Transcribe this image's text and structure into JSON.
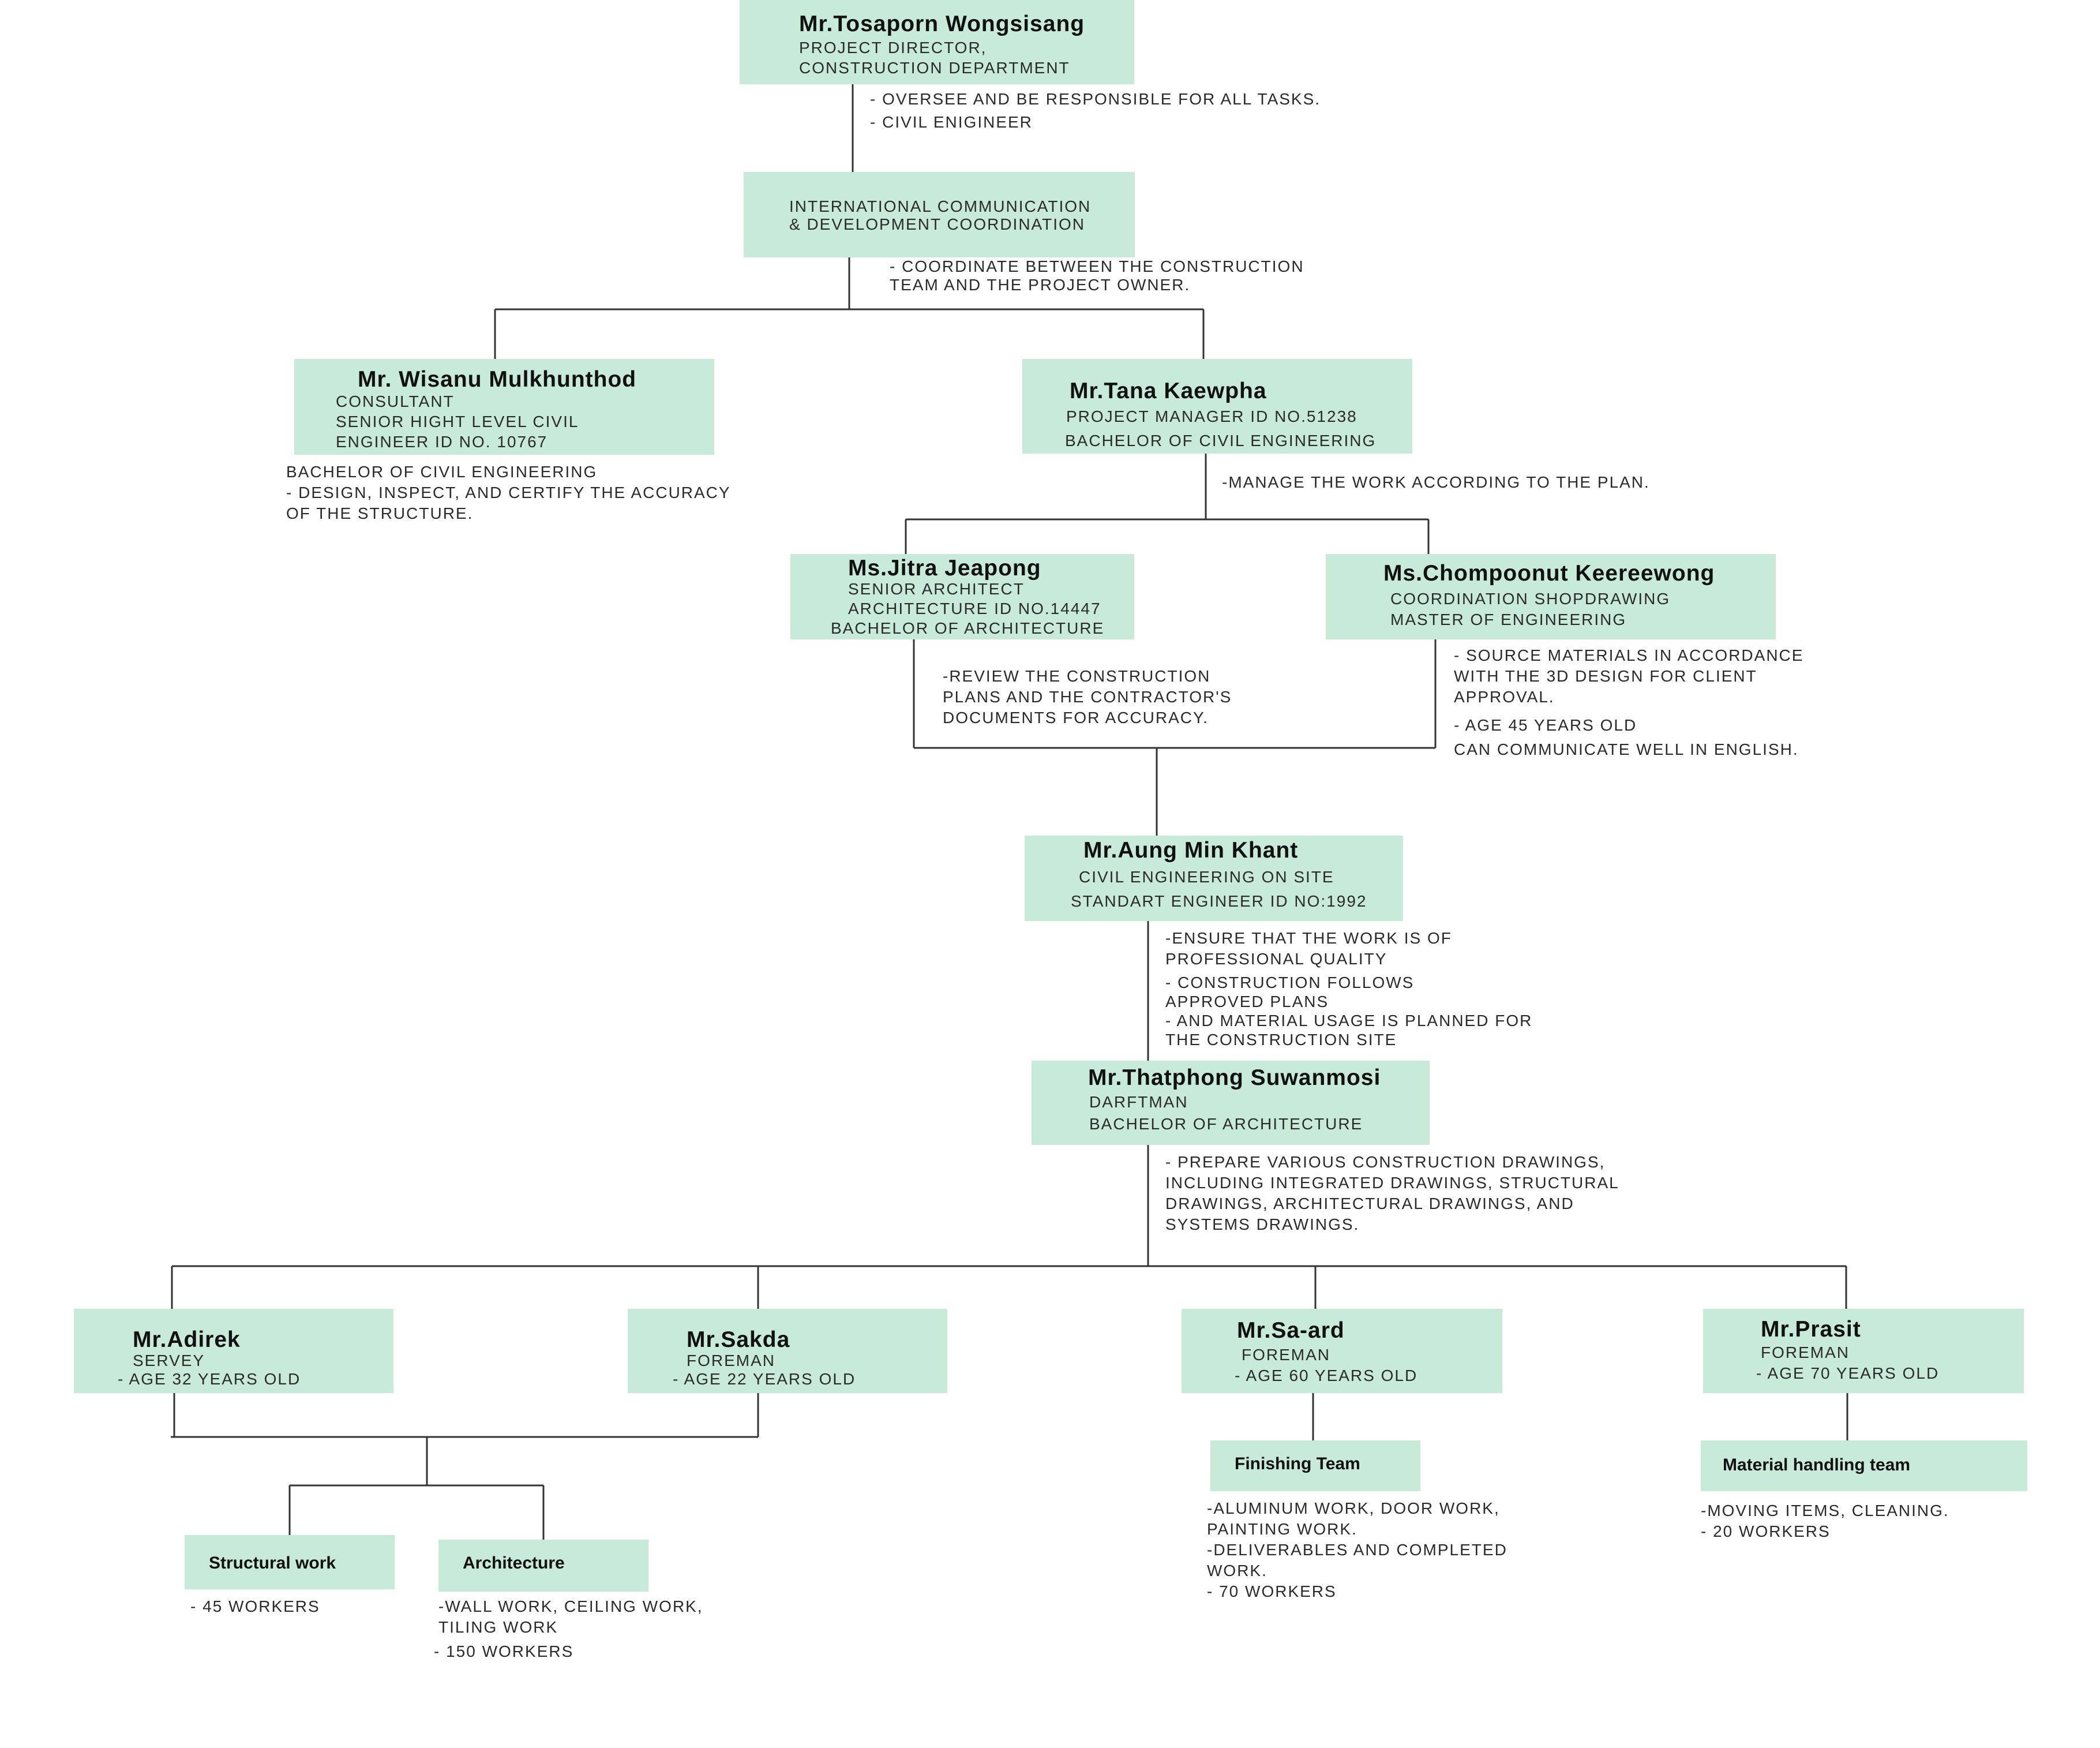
{
  "director": {
    "name": "Mr.Tosaporn Wongsisang",
    "title1": "PROJECT DIRECTOR,",
    "title2": "CONSTRUCTION DEPARTMENT",
    "desc": [
      "- OVERSEE AND BE RESPONSIBLE FOR ALL TASKS.",
      "- CIVIL ENIGINEER"
    ]
  },
  "coordination": {
    "title1": "INTERNATIONAL COMMUNICATION",
    "title2": "& DEVELOPMENT COORDINATION",
    "desc": [
      "- COORDINATE BETWEEN THE CONSTRUCTION",
      "TEAM AND THE PROJECT OWNER."
    ]
  },
  "consultant": {
    "name": "Mr. Wisanu Mulkhunthod",
    "title1": "CONSULTANT",
    "title2": " SENIOR HIGHT LEVEL CIVIL",
    "title3": "ENGINEER ID NO. 10767",
    "desc": [
      "BACHELOR OF  CIVIL ENGINEERING",
      "- DESIGN, INSPECT, AND CERTIFY THE ACCURACY",
      "OF THE STRUCTURE."
    ]
  },
  "manager": {
    "name": "Mr.Tana Kaewpha",
    "title1": "PROJECT MANAGER ID NO.51238",
    "title2": "BACHELOR OF CIVIL ENGINEERING",
    "desc": [
      "-MANAGE THE WORK ACCORDING TO THE PLAN."
    ]
  },
  "architect": {
    "name": "Ms.Jitra  Jeapong",
    "title1": "SENIOR ARCHITECT",
    "title2": " ARCHITECTURE ID NO.14447",
    "title3": "BACHELOR OF ARCHITECTURE",
    "desc": [
      "-REVIEW THE CONSTRUCTION",
      "PLANS AND THE CONTRACTOR'S",
      "DOCUMENTS FOR ACCURACY."
    ]
  },
  "shopdrawing": {
    "name": "Ms.Chompoonut Keereewong",
    "title1": "COORDINATION SHOPDRAWING",
    "title2": " MASTER OF ENGINEERING",
    "desc": [
      " - SOURCE MATERIALS IN ACCORDANCE",
      "WITH THE 3D DESIGN FOR CLIENT",
      "APPROVAL."
    ],
    "desc2": [
      " - AGE 45 YEARS OLD",
      "CAN COMMUNICATE WELL IN ENGLISH."
    ]
  },
  "site_engineer": {
    "name": "Mr.Aung Min Khant",
    "title1": "CIVIL ENGINEERING ON SITE",
    "title2": "STANDART ENGINEER ID NO:1992",
    "desc": [
      "-ENSURE THAT THE WORK IS OF",
      "PROFESSIONAL QUALITY"
    ],
    "desc2": [
      "- CONSTRUCTION FOLLOWS",
      "APPROVED PLANS",
      "- AND MATERIAL USAGE IS PLANNED FOR",
      "THE CONSTRUCTION SITE"
    ]
  },
  "draftsman": {
    "name": "Mr.Thatphong Suwanmosi",
    "title1": "DARFTMAN",
    "title2": "BACHELOR OF ARCHITECTURE",
    "desc": [
      "- PREPARE VARIOUS CONSTRUCTION DRAWINGS,",
      "INCLUDING INTEGRATED DRAWINGS, STRUCTURAL",
      "DRAWINGS, ARCHITECTURAL DRAWINGS, AND",
      "SYSTEMS DRAWINGS."
    ]
  },
  "adirek": {
    "name": "Mr.Adirek",
    "title1": "SERVEY",
    "title2": "- AGE 32 YEARS OLD"
  },
  "sakda": {
    "name": "Mr.Sakda",
    "title1": "FOREMAN",
    "title2": "- AGE 22 YEARS OLD"
  },
  "saard": {
    "name": "Mr.Sa-ard",
    "title1": "FOREMAN",
    "title2": "- AGE 60 YEARS OLD"
  },
  "prasit": {
    "name": "Mr.Prasit",
    "title1": "FOREMAN",
    "title2": "- AGE 70 YEARS OLD"
  },
  "teams": {
    "structural": {
      "name": "Structural work",
      "desc": [
        "- 45 WORKERS"
      ]
    },
    "architecture": {
      "name": "Architecture",
      "desc": [
        "-WALL WORK, CEILING WORK,",
        "TILING WORK"
      ],
      "desc2": [
        "- 150 WORKERS"
      ]
    },
    "finishing": {
      "name": "Finishing Team",
      "desc": [
        "-ALUMINUM WORK, DOOR WORK,",
        "PAINTING WORK.",
        "-DELIVERABLES AND COMPLETED",
        "WORK.",
        " - 70 WORKERS"
      ]
    },
    "material": {
      "name": "Material handling team",
      "desc": [
        "-MOVING ITEMS, CLEANING.",
        " - 20 WORKERS"
      ]
    }
  },
  "colors": {
    "box": "#c8ebd9",
    "line": "#333333",
    "text": "#2a2a2a"
  }
}
